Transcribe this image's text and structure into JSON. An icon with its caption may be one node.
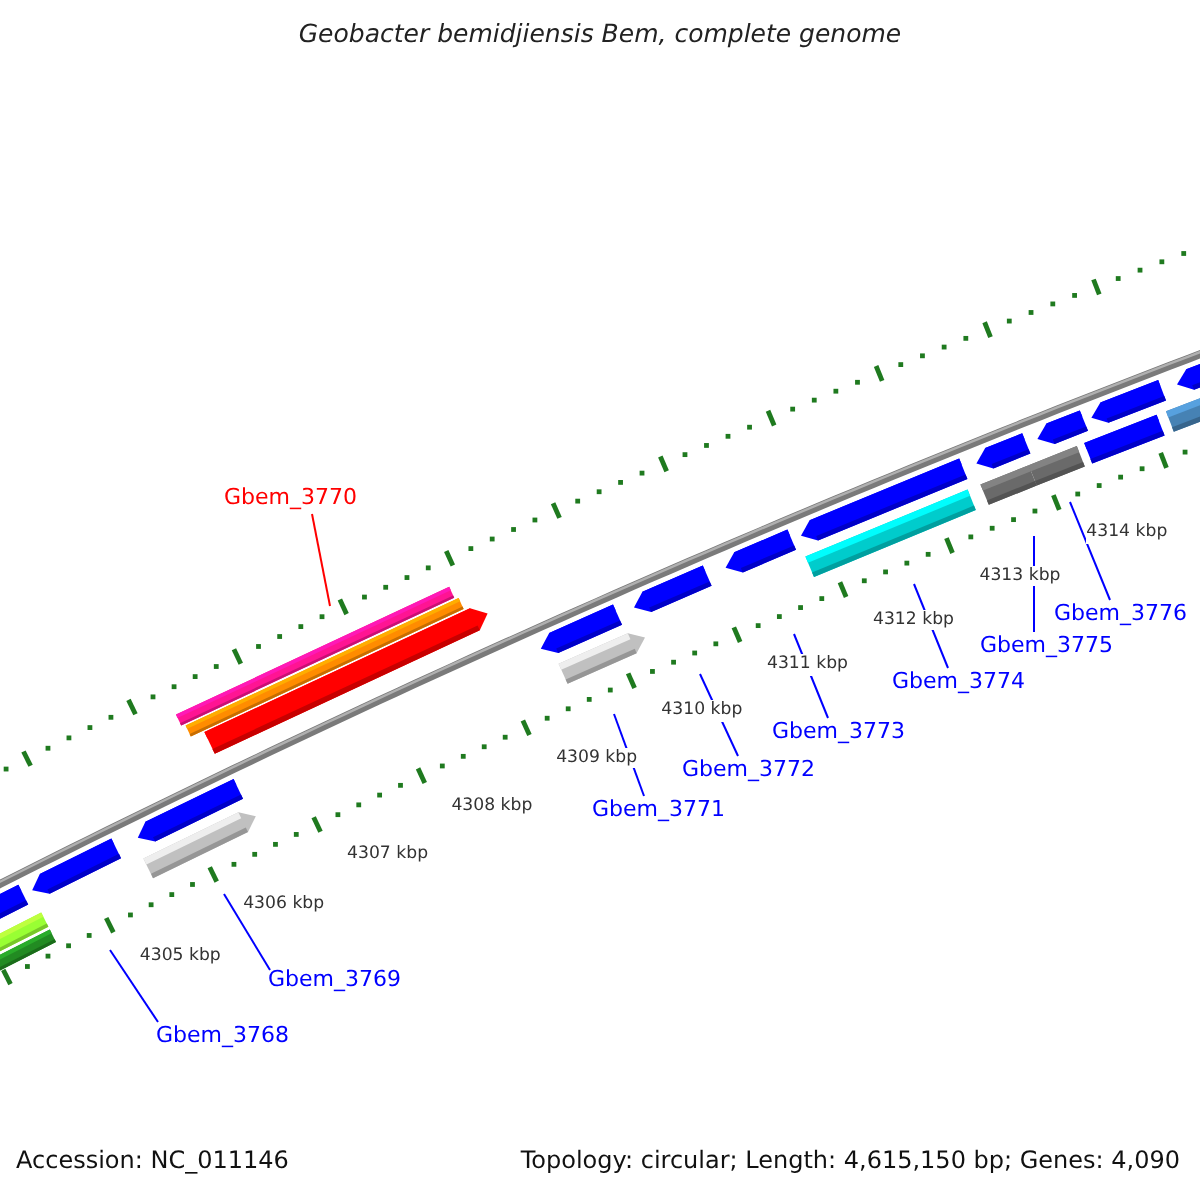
{
  "diagram": {
    "title": "Geobacter bemidjiensis Bem, complete genome",
    "nodes": [
      {
        "text": [
          "Gbem_3768"
        ]
      },
      {
        "text": [
          "Gbem_3769"
        ]
      },
      {
        "text": [
          "Gbem_3770"
        ]
      },
      {
        "text": [
          "Gbem_3771"
        ]
      },
      {
        "text": [
          "Gbem_3772"
        ]
      },
      {
        "text": [
          "Gbem_3773"
        ]
      },
      {
        "text": [
          "Gbem_3774"
        ]
      },
      {
        "text": [
          "Gbem_3775"
        ]
      },
      {
        "text": [
          "Gbem_3776"
        ]
      }
    ],
    "edges": [
      {
        "from": 0,
        "to": null,
        "arrow": "none"
      },
      {
        "from": 1,
        "to": null,
        "arrow": "none"
      },
      {
        "from": 2,
        "to": null,
        "arrow": "none",
        "color": "#ff0000"
      },
      {
        "from": 3,
        "to": null,
        "arrow": "none"
      },
      {
        "from": 4,
        "to": null,
        "arrow": "none"
      },
      {
        "from": 5,
        "to": null,
        "arrow": "none"
      },
      {
        "from": 6,
        "to": null,
        "arrow": "none"
      },
      {
        "from": 7,
        "to": null,
        "arrow": "none"
      },
      {
        "from": 8,
        "to": null,
        "arrow": "none"
      }
    ],
    "labels": [
      "4305 kbp",
      "4306 kbp",
      "4307 kbp",
      "4308 kbp",
      "4309 kbp",
      "4310 kbp",
      "4311 kbp",
      "4312 kbp",
      "4313 kbp",
      "4314 kbp",
      "Accession: NC_011146",
      "Topology: circular; Length: 4,615,150 bp; Genes: 4,090"
    ]
  }
}
